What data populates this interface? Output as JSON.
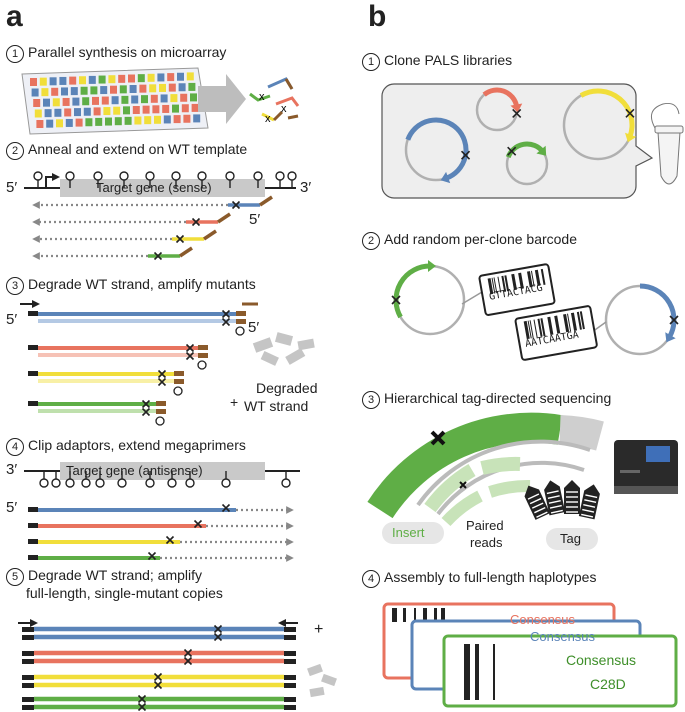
{
  "panels": {
    "a": "a",
    "b": "b"
  },
  "steps_a": [
    {
      "num": "1",
      "label": "Parallel synthesis on microarray"
    },
    {
      "num": "2",
      "label": "Anneal and extend on WT template"
    },
    {
      "num": "3",
      "label": "Degrade WT strand, amplify mutants"
    },
    {
      "num": "4",
      "label": "Clip adaptors, extend megaprimers"
    },
    {
      "num": "5",
      "label_line1": "Degrade WT strand; amplify",
      "label_line2": "full-length, single-mutant copies"
    }
  ],
  "steps_b": [
    {
      "num": "1",
      "label": "Clone PALS libraries"
    },
    {
      "num": "2",
      "label": "Add random per-clone barcode"
    },
    {
      "num": "3",
      "label": "Hierarchical tag-directed sequencing"
    },
    {
      "num": "4",
      "label": "Assembly to full-length haplotypes"
    }
  ],
  "gene_sense": "Target gene (sense)",
  "gene_antisense": "Target gene (antisense)",
  "ends": {
    "five": "5′",
    "three": "3′"
  },
  "degraded_line1": "Degraded",
  "degraded_line2": "WT strand",
  "plus": "+",
  "mutation_mark": "x",
  "barcodes": [
    "GTTACTACG",
    "AATCAATGA"
  ],
  "seq_labels": {
    "insert": "Insert",
    "paired_line1": "Paired",
    "paired_line2": "reads",
    "tag": "Tag"
  },
  "consensus": [
    "Consensus",
    "Consensus",
    "Consensus"
  ],
  "haplotype": "C28D",
  "colors": {
    "blue": "#5b84b8",
    "red": "#e8735f",
    "yellow": "#f1de3a",
    "green": "#5fae46",
    "brown": "#8a5a2b",
    "grey": "#bdbdbd",
    "dark": "#222222"
  }
}
